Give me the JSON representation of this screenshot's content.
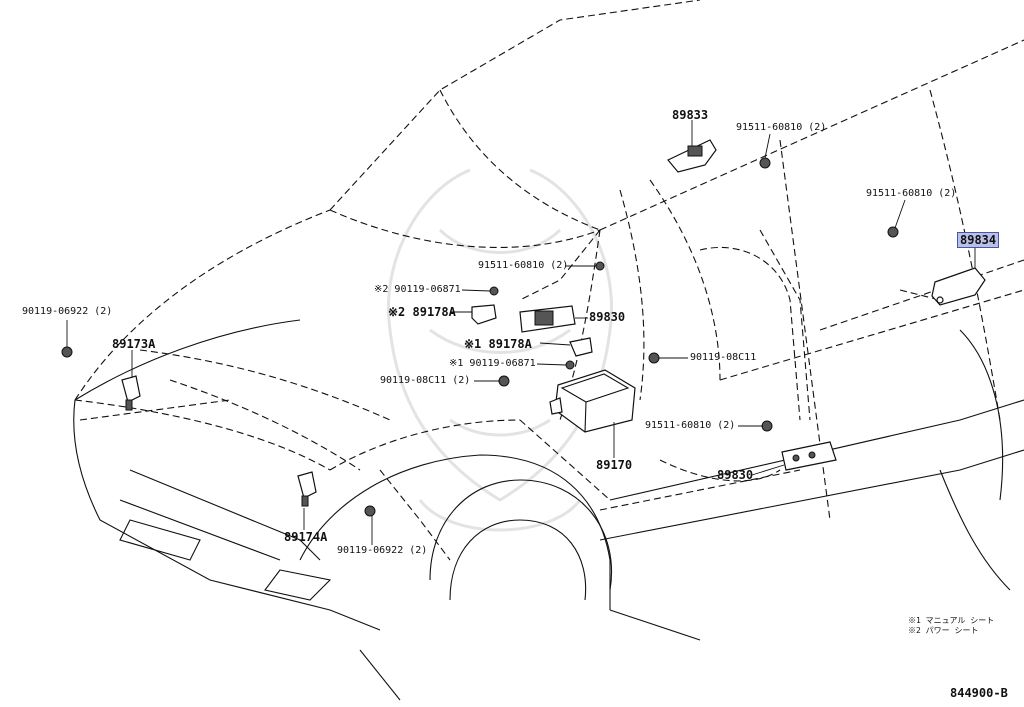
{
  "diagram_id": "844900-B",
  "colors": {
    "highlight": "#b8bfe8",
    "highlight_border": "#4a55a8",
    "line": "#111111"
  },
  "callouts": {
    "c89833": "89833",
    "c91511_a": "91511-60810 (2)",
    "c91511_b": "91511-60810 (2)",
    "c89834": "89834",
    "c91511_c": "91511-60810 (2)",
    "c90119_06871_2": "※2 90119-06871",
    "c89178a_2": "※2 89178A",
    "c89830_a": "89830",
    "c89178a_1": "※1 89178A",
    "c90119_06871_1": "※1  90119-06871",
    "c90119_08c11_a": "90119-08C11",
    "c90119_08c11_b": "90119-08C11 (2)",
    "c90119_06922_a": "90119-06922 (2)",
    "c89173a": "89173A",
    "c89170": "89170",
    "c91511_d": "91511-60810 (2)",
    "c89830_b": "89830",
    "c89174a": "89174A",
    "c90119_06922_b": "90119-06922 (2)"
  },
  "notes": {
    "n1": "※1 マニュアル シート",
    "n2": "※2 パワー シート"
  }
}
